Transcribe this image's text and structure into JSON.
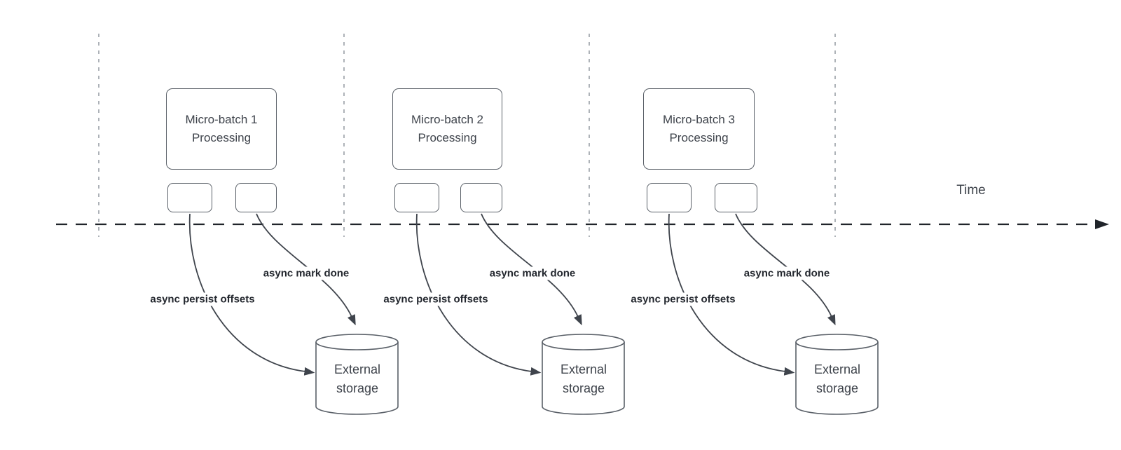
{
  "timeline": {
    "label": "Time"
  },
  "batches": [
    {
      "box_label": "Micro-batch 1\nProcessing",
      "persist_arrow_label": "async persist offsets",
      "mark_done_arrow_label": "async mark done",
      "storage_label": "External\nstorage"
    },
    {
      "box_label": "Micro-batch 2\nProcessing",
      "persist_arrow_label": "async persist offsets",
      "mark_done_arrow_label": "async mark done",
      "storage_label": "External\nstorage"
    },
    {
      "box_label": "Micro-batch 3\nProcessing",
      "persist_arrow_label": "async persist offsets",
      "mark_done_arrow_label": "async mark done",
      "storage_label": "External\nstorage"
    }
  ],
  "colors": {
    "background": "#ffffff",
    "shape_stroke": "#5a6068",
    "time_axis": "#20242a",
    "interval_boundary_line": "#99a0a7",
    "arrow_stroke": "#3f444c",
    "node_text": "#3e434b",
    "edge_label_text": "#23272e"
  }
}
